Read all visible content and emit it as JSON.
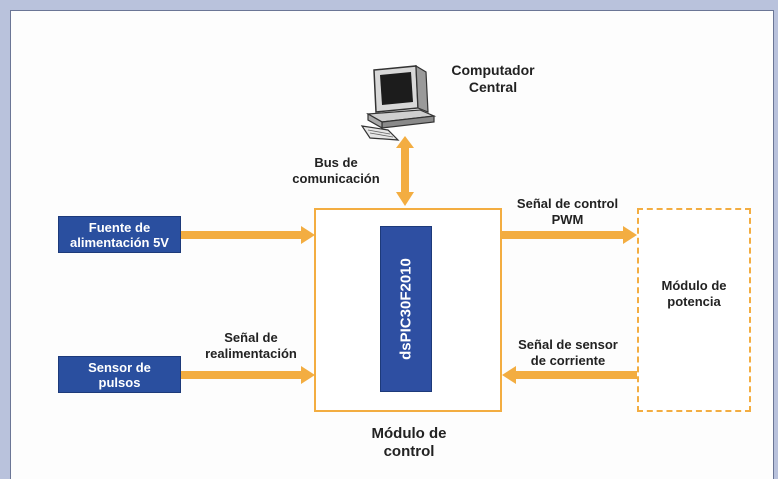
{
  "colors": {
    "page_bg": "#b9c2dc",
    "box_blue": "#2a4f9f",
    "arrow_orange": "#f3ad41",
    "label_text": "#222222"
  },
  "computer": {
    "icon": "computer-icon",
    "label_line1": "Computador",
    "label_line2": "Central"
  },
  "bus": {
    "label_line1": "Bus de",
    "label_line2": "comunicación"
  },
  "power_supply": {
    "line1": "Fuente de",
    "line2": "alimentación 5V"
  },
  "pulse_sensor": {
    "line1": "Sensor de",
    "line2": "pulsos"
  },
  "feedback": {
    "line1": "Señal de",
    "line2": "realimentación"
  },
  "chip": {
    "label": "dsPIC30F2010"
  },
  "pwm": {
    "line1": "Señal de control",
    "line2": "PWM"
  },
  "current_sensor": {
    "line1": "Señal de sensor",
    "line2": "de corriente"
  },
  "power_module": {
    "line1": "Módulo de",
    "line2": "potencia"
  },
  "control_module": {
    "line1": "Módulo de",
    "line2": "control"
  }
}
